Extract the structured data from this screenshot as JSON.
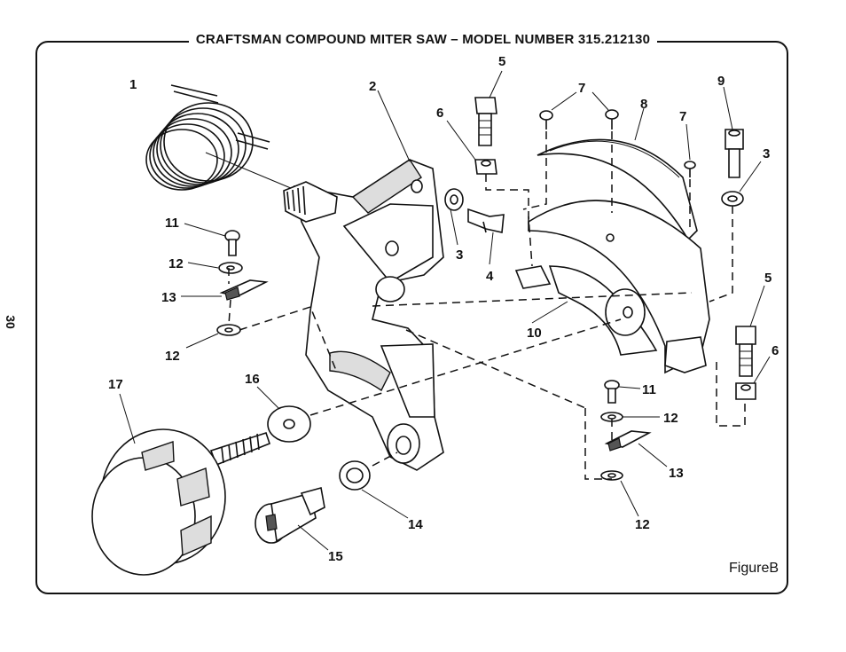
{
  "title": "CRAFTSMAN COMPOUND MITER SAW – MODEL NUMBER 315.212130",
  "page_number": "30",
  "figure_label": "FigureB",
  "callouts": [
    {
      "id": "c1",
      "text": "1"
    },
    {
      "id": "c2",
      "text": "2"
    },
    {
      "id": "c5a",
      "text": "5"
    },
    {
      "id": "c6a",
      "text": "6"
    },
    {
      "id": "c7a",
      "text": "7"
    },
    {
      "id": "c8",
      "text": "8"
    },
    {
      "id": "c7b",
      "text": "7"
    },
    {
      "id": "c9",
      "text": "9"
    },
    {
      "id": "c3a",
      "text": "3"
    },
    {
      "id": "c11a",
      "text": "11"
    },
    {
      "id": "c3b",
      "text": "3"
    },
    {
      "id": "c4",
      "text": "4"
    },
    {
      "id": "c12a",
      "text": "12"
    },
    {
      "id": "c13a",
      "text": "13"
    },
    {
      "id": "c12b",
      "text": "12"
    },
    {
      "id": "c10",
      "text": "10"
    },
    {
      "id": "c5b",
      "text": "5"
    },
    {
      "id": "c6b",
      "text": "6"
    },
    {
      "id": "c17",
      "text": "17"
    },
    {
      "id": "c16",
      "text": "16"
    },
    {
      "id": "c11b",
      "text": "11"
    },
    {
      "id": "c12c",
      "text": "12"
    },
    {
      "id": "c13b",
      "text": "13"
    },
    {
      "id": "c12d",
      "text": "12"
    },
    {
      "id": "c14",
      "text": "14"
    },
    {
      "id": "c15",
      "text": "15"
    }
  ]
}
